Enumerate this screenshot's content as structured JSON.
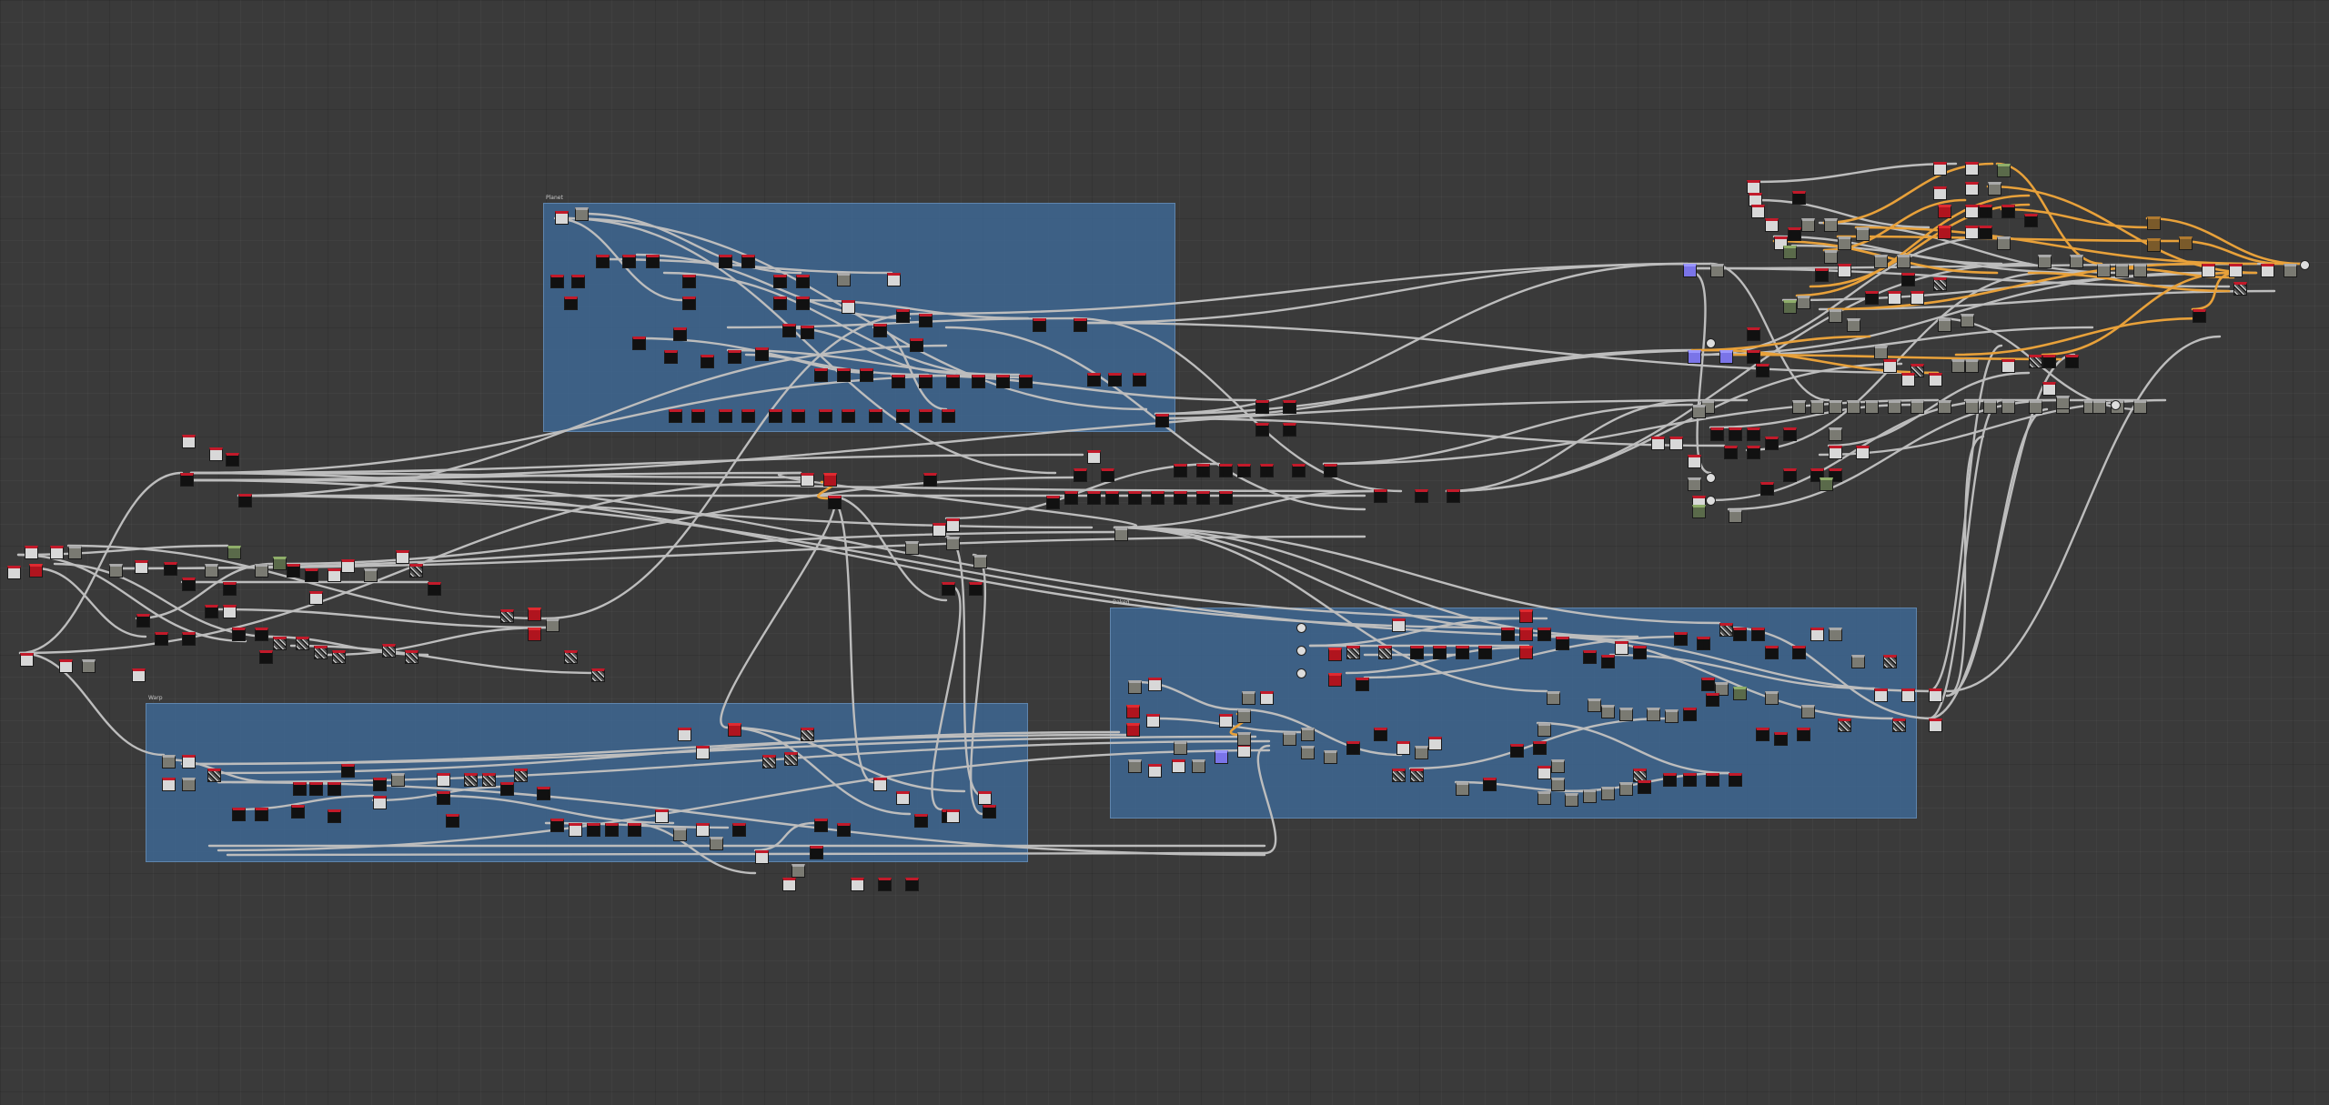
{
  "app": {
    "title": "Node Graph Editor"
  },
  "frames": [
    {
      "label": "Planet"
    },
    {
      "label": "Baked"
    },
    {
      "label": "Warp"
    }
  ],
  "colors": {
    "background": "#3a3a3a",
    "frame": "#3e6996",
    "wire": "#bdbdbd",
    "wire_active": "#e8a13a",
    "node_header": "#c21a2a"
  },
  "node_types": [
    "dark",
    "light",
    "gray",
    "noisy",
    "red",
    "purple",
    "brown",
    "round",
    "green"
  ]
}
